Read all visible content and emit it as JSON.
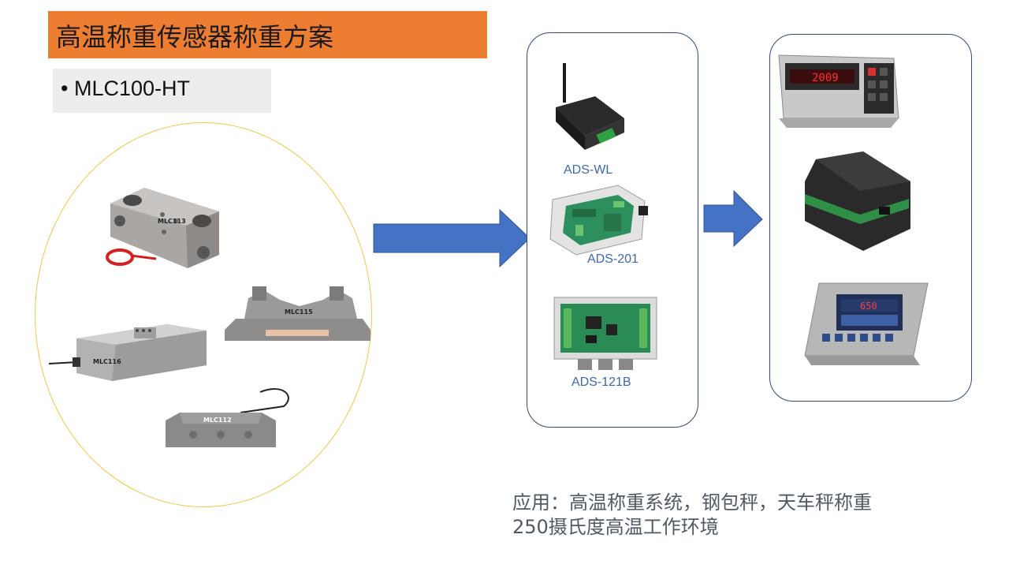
{
  "title": "高温称重传感器称重方案",
  "subtitle": "MLC100-HT",
  "sensors": [
    {
      "label": "MLC113"
    },
    {
      "label": "MLC115"
    },
    {
      "label": "MLC116"
    },
    {
      "label": "MLC112"
    }
  ],
  "transmitters": [
    {
      "label": "ADS-WL"
    },
    {
      "label": "ADS-201"
    },
    {
      "label": "ADS-121B"
    }
  ],
  "displays": [
    {
      "readout": "2009"
    },
    {
      "readout": ""
    },
    {
      "readout": "650"
    }
  ],
  "footer": {
    "line1": "应用：高温称重系统，钢包秤，天车秤称重",
    "line2": "250摄氏度高温工作环境"
  },
  "colors": {
    "title_bg": "#ed7d31",
    "arrow": "#4472c4",
    "panel_border": "#2f4a78",
    "ellipse": "#f2c744"
  }
}
